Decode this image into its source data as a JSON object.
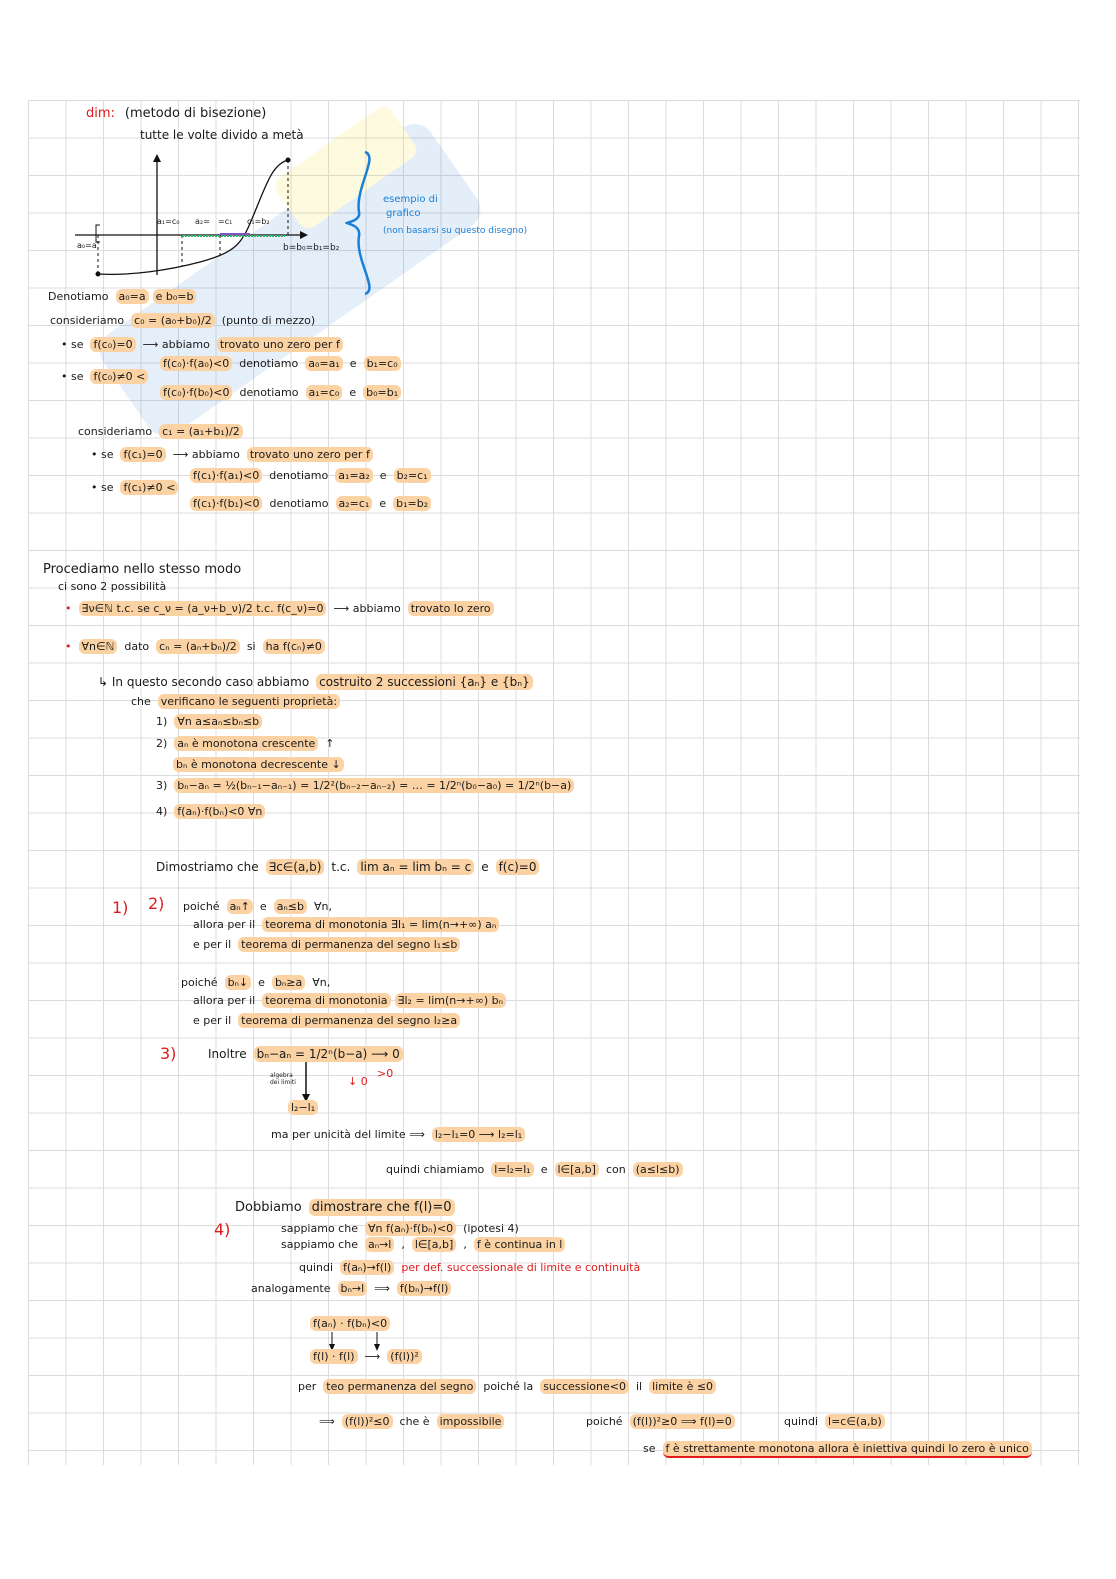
{
  "graph": {
    "labels": [
      "a₀=a",
      "a₁=c₀",
      "a₂=",
      "=c₁",
      "c₁=b₂",
      "b=b₀=b₁=b₂"
    ],
    "note": [
      "esempio di",
      "grafico",
      "(non basarsi su questo disegno)"
    ]
  },
  "markers": {
    "m1": "1)",
    "m2": "2)",
    "m3": "3)",
    "m4": "4)",
    "limits_note": "algebra dei limiti",
    "zero": "↓ 0",
    "positive": ">0"
  },
  "lines": [
    [
      {
        "text": "dim:",
        "style": "red"
      },
      {
        "text": "(metodo di bisezione)"
      }
    ],
    [
      {
        "text": "tutte le volte divido a metà"
      }
    ],
    [
      {
        "text": "Denotiamo"
      },
      {
        "text": "a₀=a",
        "style": "hl"
      },
      {
        "text": "e b₀=b",
        "style": "hl"
      }
    ],
    [
      {
        "text": "consideriamo"
      },
      {
        "text": "c₀ = (a₀+b₀)/2",
        "style": "hl"
      },
      {
        "text": "(punto di mezzo)"
      }
    ],
    [
      {
        "text": "• se"
      },
      {
        "text": "f(c₀)=0",
        "style": "hl"
      },
      {
        "text": "⟶ abbiamo"
      },
      {
        "text": "trovato uno zero per f",
        "style": "hl"
      }
    ],
    [
      {
        "text": "• se"
      },
      {
        "text": "f(c₀)≠0 <",
        "style": "hl"
      }
    ],
    [
      {
        "text": "f(c₀)·f(a₀)<0",
        "style": "hl"
      },
      {
        "text": "denotiamo"
      },
      {
        "text": "a₀=a₁",
        "style": "hl"
      },
      {
        "text": "e"
      },
      {
        "text": "b₁=c₀",
        "style": "hl"
      }
    ],
    [
      {
        "text": "f(c₀)·f(b₀)<0",
        "style": "hl"
      },
      {
        "text": "denotiamo"
      },
      {
        "text": "a₁=c₀",
        "style": "hl"
      },
      {
        "text": "e"
      },
      {
        "text": "b₀=b₁",
        "style": "hl"
      }
    ],
    [
      {
        "text": "consideriamo"
      },
      {
        "text": "c₁ = (a₁+b₁)/2",
        "style": "hl"
      }
    ],
    [
      {
        "text": "• se"
      },
      {
        "text": "f(c₁)=0",
        "style": "hl"
      },
      {
        "text": "⟶ abbiamo"
      },
      {
        "text": "trovato uno zero per f",
        "style": "hl"
      }
    ],
    [
      {
        "text": "• se"
      },
      {
        "text": "f(c₁)≠0 <",
        "style": "hl"
      }
    ],
    [
      {
        "text": "f(c₁)·f(a₁)<0",
        "style": "hl"
      },
      {
        "text": "denotiamo"
      },
      {
        "text": "a₁=a₂",
        "style": "hl"
      },
      {
        "text": "e"
      },
      {
        "text": "b₂=c₁",
        "style": "hl"
      }
    ],
    [
      {
        "text": "f(c₁)·f(b₁)<0",
        "style": "hl"
      },
      {
        "text": "denotiamo"
      },
      {
        "text": "a₂=c₁",
        "style": "hl"
      },
      {
        "text": "e"
      },
      {
        "text": "b₁=b₂",
        "style": "hl"
      }
    ],
    [
      {
        "text": "Procediamo nello stesso modo"
      }
    ],
    [
      {
        "text": "ci sono 2 possibilità"
      }
    ],
    [
      {
        "text": "•",
        "style": "red"
      },
      {
        "text": "∃ν∈ℕ t.c. se c_ν = (a_ν+b_ν)/2 t.c. f(c_ν)=0",
        "style": "hl"
      },
      {
        "text": "⟶ abbiamo"
      },
      {
        "text": "trovato lo zero",
        "style": "hl"
      }
    ],
    [
      {
        "text": "•",
        "style": "red"
      },
      {
        "text": "∀n∈ℕ",
        "style": "hl"
      },
      {
        "text": "dato"
      },
      {
        "text": "cₙ = (aₙ+bₙ)/2",
        "style": "hl"
      },
      {
        "text": "si"
      },
      {
        "text": "ha f(cₙ)≠0",
        "style": "hl"
      }
    ],
    [
      {
        "text": "↳ In questo secondo caso abbiamo"
      },
      {
        "text": "costruito 2 successioni {aₙ} e {bₙ}",
        "style": "hl"
      }
    ],
    [
      {
        "text": "che"
      },
      {
        "text": "verificano le seguenti proprietà:",
        "style": "hl"
      }
    ],
    [
      {
        "text": "1)"
      },
      {
        "text": "∀n  a≤aₙ≤bₙ≤b",
        "style": "hl"
      }
    ],
    [
      {
        "text": "2)"
      },
      {
        "text": "aₙ è monotona crescente",
        "style": "hl"
      },
      {
        "text": "↑"
      }
    ],
    [
      {
        "text": "bₙ è monotona decrescente ↓",
        "style": "hl"
      }
    ],
    [
      {
        "text": "3)"
      },
      {
        "text": "bₙ−aₙ = ½(bₙ₋₁−aₙ₋₁) = 1/2²(bₙ₋₂−aₙ₋₂) = … = 1/2ⁿ(b₀−a₀) = 1/2ⁿ(b−a)",
        "style": "hl"
      }
    ],
    [
      {
        "text": "4)"
      },
      {
        "text": "f(aₙ)·f(bₙ)<0  ∀n",
        "style": "hl"
      }
    ],
    [
      {
        "text": "Dimostriamo che"
      },
      {
        "text": "∃c∈(a,b)",
        "style": "hl"
      },
      {
        "text": "t.c."
      },
      {
        "text": "lim aₙ = lim bₙ = c",
        "style": "hl"
      },
      {
        "text": "e"
      },
      {
        "text": "f(c)=0",
        "style": "hl"
      }
    ],
    [
      {
        "text": "poiché"
      },
      {
        "text": "aₙ↑",
        "style": "hl"
      },
      {
        "text": "e"
      },
      {
        "text": "aₙ≤b",
        "style": "hl"
      },
      {
        "text": "∀n,"
      }
    ],
    [
      {
        "text": "allora per il"
      },
      {
        "text": "teorema di monotonia   ∃l₁ = lim(n→+∞) aₙ",
        "style": "hl"
      }
    ],
    [
      {
        "text": "e per il"
      },
      {
        "text": "teorema di permanenza del segno  l₁≤b",
        "style": "hl"
      }
    ],
    [
      {
        "text": "poiché"
      },
      {
        "text": "bₙ↓",
        "style": "hl"
      },
      {
        "text": "e"
      },
      {
        "text": "bₙ≥a",
        "style": "hl"
      },
      {
        "text": "∀n,"
      }
    ],
    [
      {
        "text": "allora per il"
      },
      {
        "text": "teorema di monotonia",
        "style": "hl"
      },
      {
        "text": "∃l₂ = lim(n→+∞) bₙ",
        "style": "hl"
      }
    ],
    [
      {
        "text": "e per il"
      },
      {
        "text": "teorema di permanenza del segno  l₂≥a",
        "style": "hl"
      }
    ],
    [
      {
        "text": "Inoltre"
      },
      {
        "text": "bₙ−aₙ = 1/2ⁿ(b−a) ⟶ 0",
        "style": "hl"
      }
    ],
    [
      {
        "text": "l₂−l₁",
        "style": "hl"
      }
    ],
    [
      {
        "text": "ma per unicità del limite ⟹"
      },
      {
        "text": "l₂−l₁=0 ⟶ l₂=l₁",
        "style": "hl"
      }
    ],
    [
      {
        "text": "quindi chiamiamo"
      },
      {
        "text": "l=l₂=l₁",
        "style": "hl"
      },
      {
        "text": "e"
      },
      {
        "text": "l∈[a,b]",
        "style": "hl"
      },
      {
        "text": "con"
      },
      {
        "text": "(a≤l≤b)",
        "style": "hl"
      }
    ],
    [
      {
        "text": "Dobbiamo"
      },
      {
        "text": "dimostrare che f(l)=0",
        "style": "hl"
      }
    ],
    [
      {
        "text": "sappiamo che"
      },
      {
        "text": "∀n f(aₙ)·f(bₙ)<0",
        "style": "hl"
      },
      {
        "text": "(ipotesi 4)"
      }
    ],
    [
      {
        "text": "sappiamo che"
      },
      {
        "text": "aₙ→l",
        "style": "hl"
      },
      {
        "text": ","
      },
      {
        "text": "l∈[a,b]",
        "style": "hl"
      },
      {
        "text": ","
      },
      {
        "text": "f è continua in l",
        "style": "hl"
      }
    ],
    [
      {
        "text": "quindi"
      },
      {
        "text": "f(aₙ)→f(l)",
        "style": "hl"
      },
      {
        "text": "per def. successionale di limite e continuità",
        "style": "red"
      }
    ],
    [
      {
        "text": "analogamente"
      },
      {
        "text": "bₙ→l",
        "style": "hl"
      },
      {
        "text": "⟹"
      },
      {
        "text": "f(bₙ)→f(l)",
        "style": "hl"
      }
    ],
    [
      {
        "text": "f(aₙ) · f(bₙ)<0",
        "style": "hl"
      }
    ],
    [
      {
        "text": "f(l)  ·  f(l)",
        "style": "hl"
      },
      {
        "text": "⟶"
      },
      {
        "text": "(f(l))²",
        "style": "hl"
      }
    ],
    [
      {
        "text": "per"
      },
      {
        "text": "teo permanenza del segno",
        "style": "hl"
      },
      {
        "text": "poiché la"
      },
      {
        "text": "successione<0",
        "style": "hl"
      },
      {
        "text": "il"
      },
      {
        "text": "limite è ≤0",
        "style": "hl"
      }
    ],
    [
      {
        "text": "⟹"
      },
      {
        "text": "(f(l))²≤0",
        "style": "hl"
      },
      {
        "text": "che è"
      },
      {
        "text": "impossibile",
        "style": "hl"
      }
    ],
    [
      {
        "text": "poiché"
      },
      {
        "text": "(f(l))²≥0 ⟹ f(l)=0",
        "style": "hl"
      }
    ],
    [
      {
        "text": "quindi"
      },
      {
        "text": "l=c∈(a,b)",
        "style": "hl"
      }
    ],
    [
      {
        "text": "se"
      },
      {
        "text": "f è strettamente monotona allora è iniettiva quindi lo zero è unico",
        "style": "hl underline-red"
      }
    ]
  ]
}
